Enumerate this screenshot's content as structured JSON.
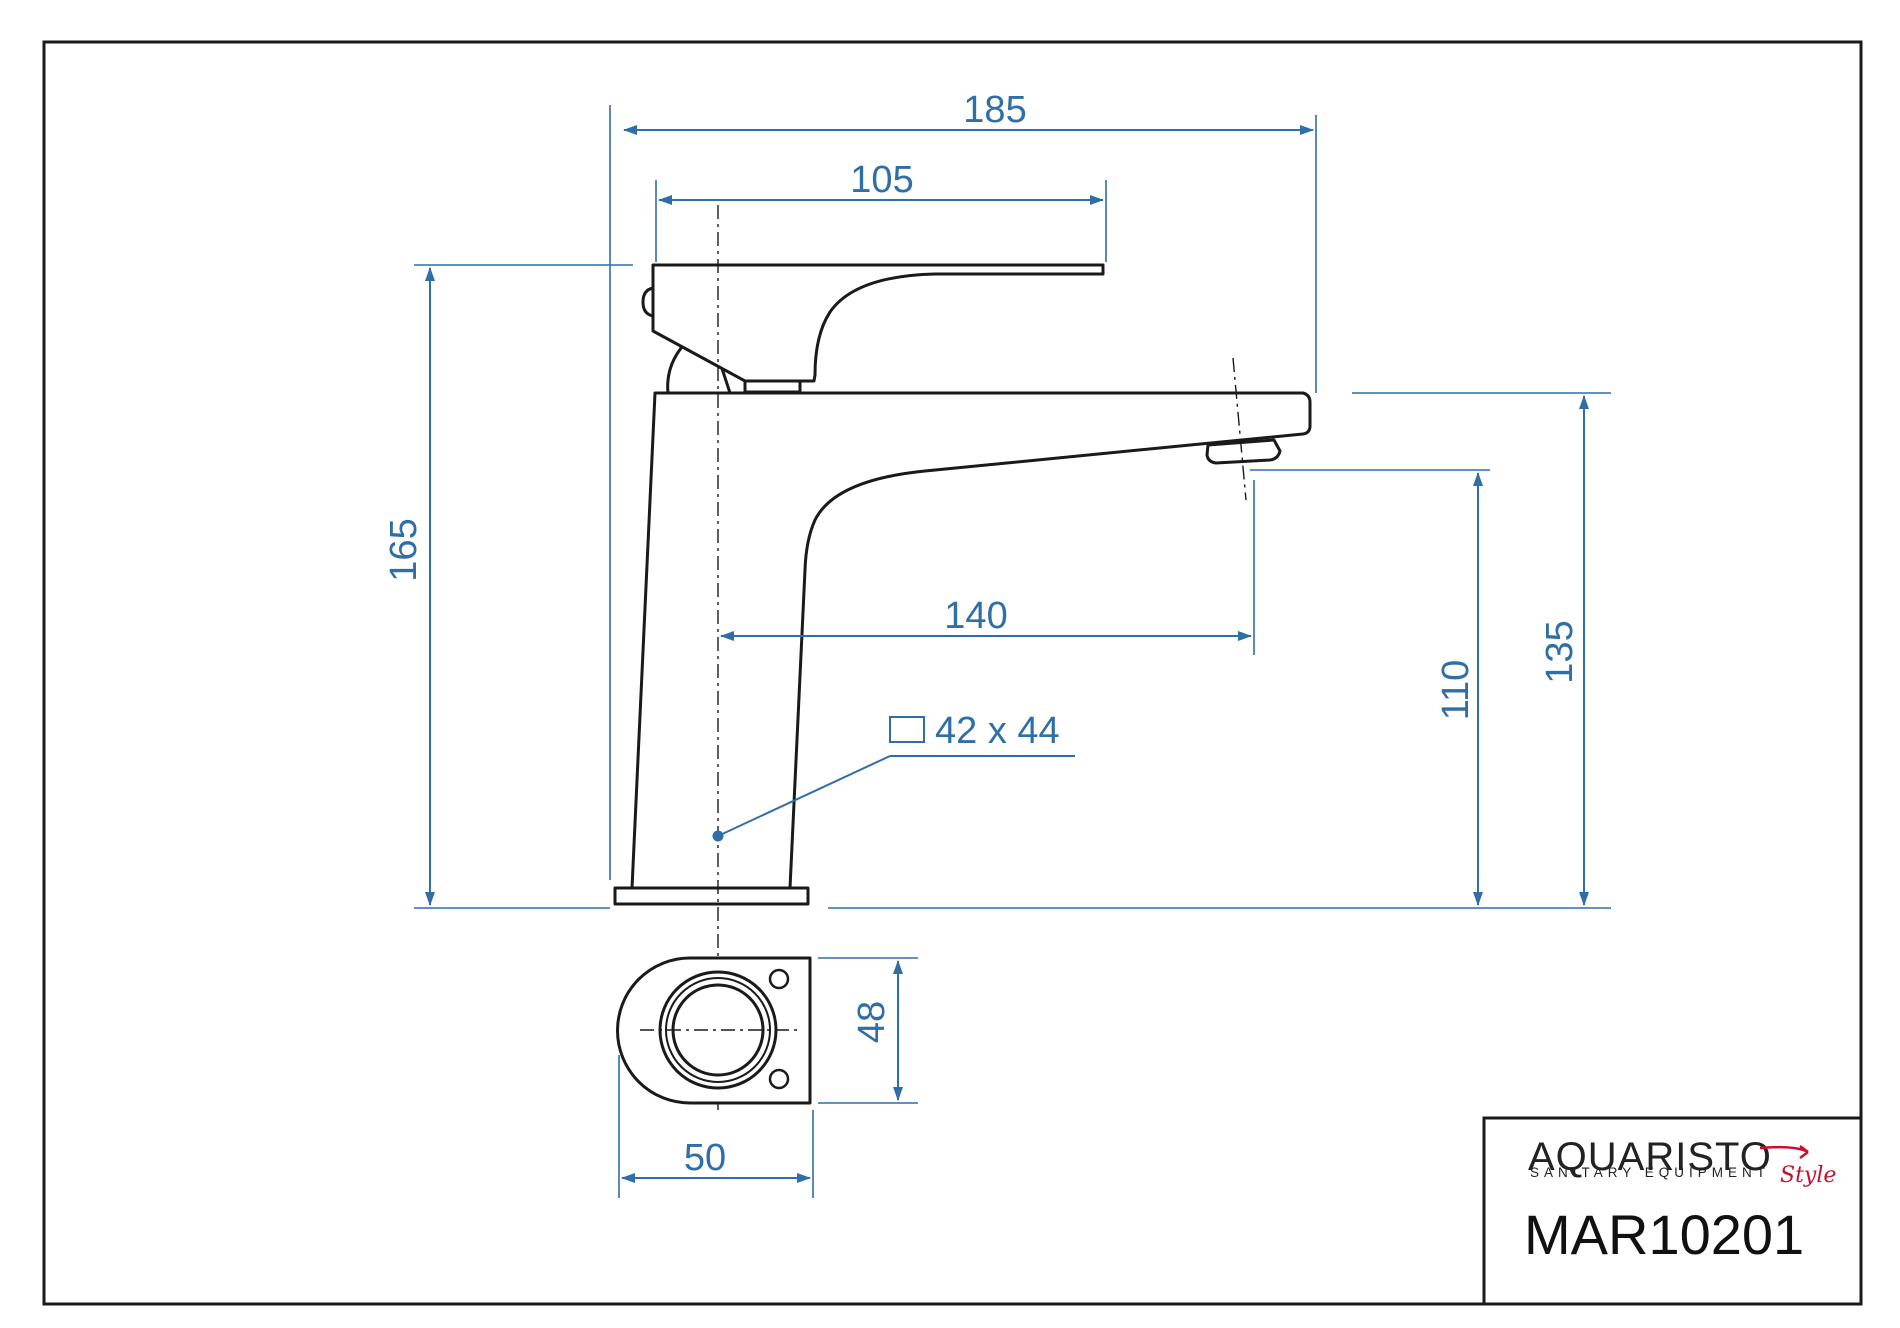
{
  "drawing": {
    "dimensions": {
      "overall_length": "185",
      "handle_length": "105",
      "total_height": "165",
      "spout_reach": "140",
      "spout_outlet_height": "110",
      "spout_top_height": "135",
      "base_section": "42 x 44",
      "base_width": "50",
      "base_depth": "48"
    }
  },
  "title_block": {
    "brand_name": "AQUARISTO",
    "brand_tagline": "SANITARY EQUIPMENT",
    "brand_script": "Style",
    "model_code": "MAR10201"
  },
  "colors": {
    "dimension": "#2f6ea6",
    "outline": "#1a1a1a",
    "brand_accent": "#c8102e"
  }
}
